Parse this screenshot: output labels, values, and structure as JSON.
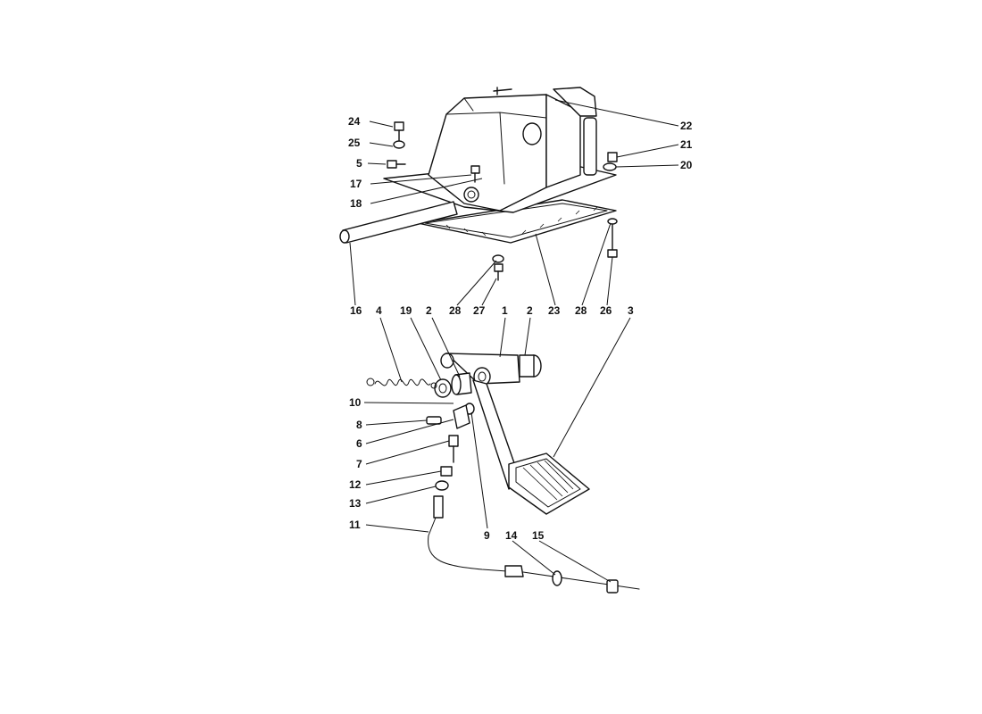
{
  "callouts": {
    "c1": "1",
    "c2a": "2",
    "c2b": "2",
    "c3": "3",
    "c4": "4",
    "c5": "5",
    "c6": "6",
    "c7": "7",
    "c8": "8",
    "c9": "9",
    "c10": "10",
    "c11": "11",
    "c12": "12",
    "c13": "13",
    "c14": "14",
    "c15": "15",
    "c16": "16",
    "c17": "17",
    "c18": "18",
    "c19": "19",
    "c20": "20",
    "c21": "21",
    "c22": "22",
    "c23": "23",
    "c24": "24",
    "c25": "25",
    "c26": "26",
    "c27": "27",
    "c28a": "28",
    "c28b": "28"
  }
}
